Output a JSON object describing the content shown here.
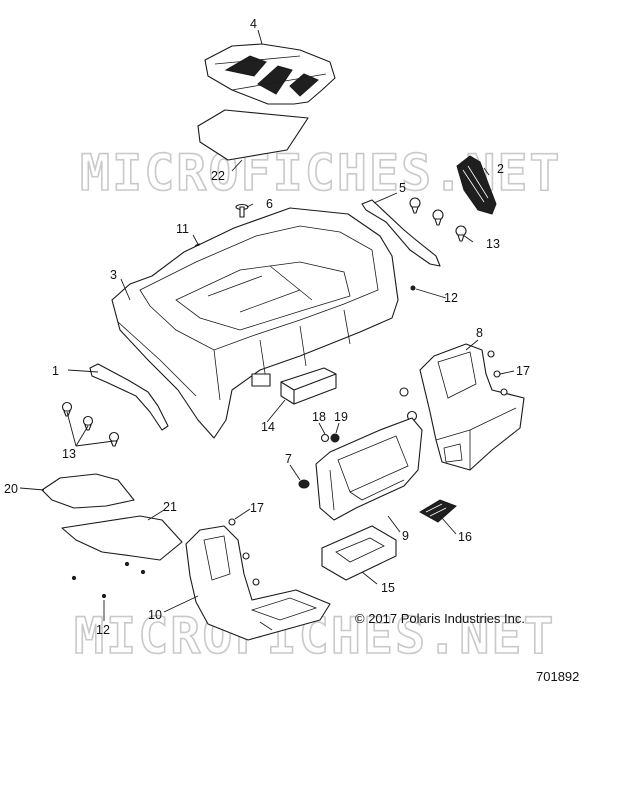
{
  "watermark": "MICROFICHES.NET",
  "copyright": "© 2017 Polaris Industries Inc.",
  "document_number": "701892",
  "callouts": {
    "c1": "1",
    "c2": "2",
    "c3": "3",
    "c4": "4",
    "c5": "5",
    "c6": "6",
    "c7": "7",
    "c8": "8",
    "c9": "9",
    "c10": "10",
    "c11": "11",
    "c12a": "12",
    "c12b": "12",
    "c13a": "13",
    "c13b": "13",
    "c14": "14",
    "c15": "15",
    "c16": "16",
    "c17a": "17",
    "c17b": "17",
    "c18": "18",
    "c19": "19",
    "c20": "20",
    "c21": "21",
    "c22": "22"
  }
}
